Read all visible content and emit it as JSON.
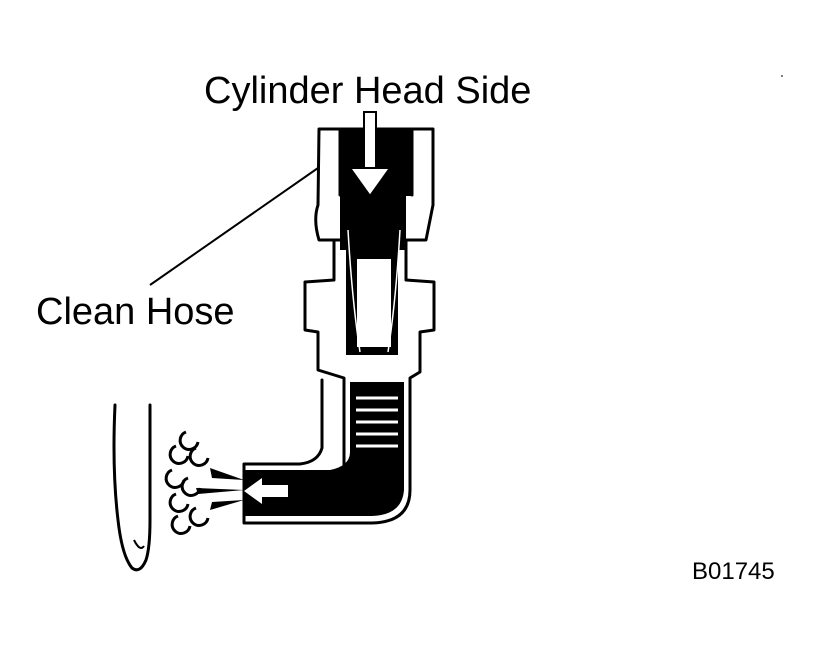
{
  "labels": {
    "cylinder_head_side": "Cylinder Head Side",
    "clean_hose": "Clean Hose",
    "figure_code": "B01745"
  },
  "colors": {
    "ink": "#000000",
    "paper": "#ffffff"
  }
}
